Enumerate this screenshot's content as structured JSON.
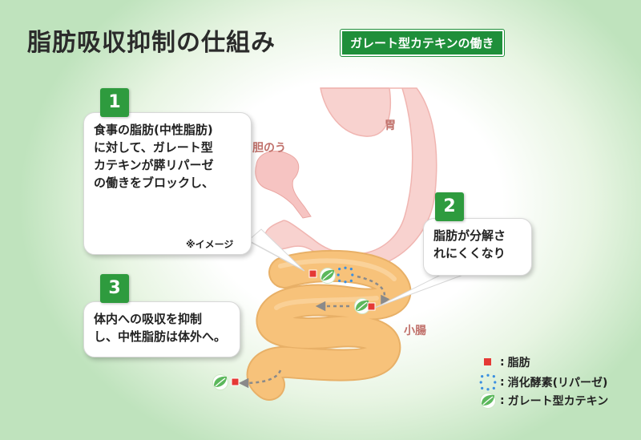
{
  "title": "脂肪吸収抑制の仕組み",
  "subtitle_badge": "ガレート型カテキンの働き",
  "organs": {
    "gallbladder": "胆のう",
    "stomach": "胃",
    "small_intestine": "小腸"
  },
  "steps": [
    {
      "number": "1",
      "text": "食事の脂肪(中性脂肪)\nに対して、ガレート型\nカテキンが膵リパーゼ\nの働きをブロックし、",
      "note": "※イメージ"
    },
    {
      "number": "2",
      "text": "脂肪が分解さ\nれにくくなり"
    },
    {
      "number": "3",
      "text": "体内への吸収を抑制\nし、中性脂肪は体外へ。"
    }
  ],
  "legend": [
    {
      "icon": "fat-square-icon",
      "label": "脂肪"
    },
    {
      "icon": "lipase-dots-icon",
      "label": "消化酵素(リパーゼ)"
    },
    {
      "icon": "catechin-leaf-icon",
      "label": "ガレート型カテキン"
    }
  ],
  "colors": {
    "fat": "#e53935",
    "lipase": "#3a8fe0",
    "catechin": "#5cb85c",
    "step_badge": "#2e9b3e",
    "intestine": "#f7c27a",
    "stomach": "#f6c4c2"
  }
}
